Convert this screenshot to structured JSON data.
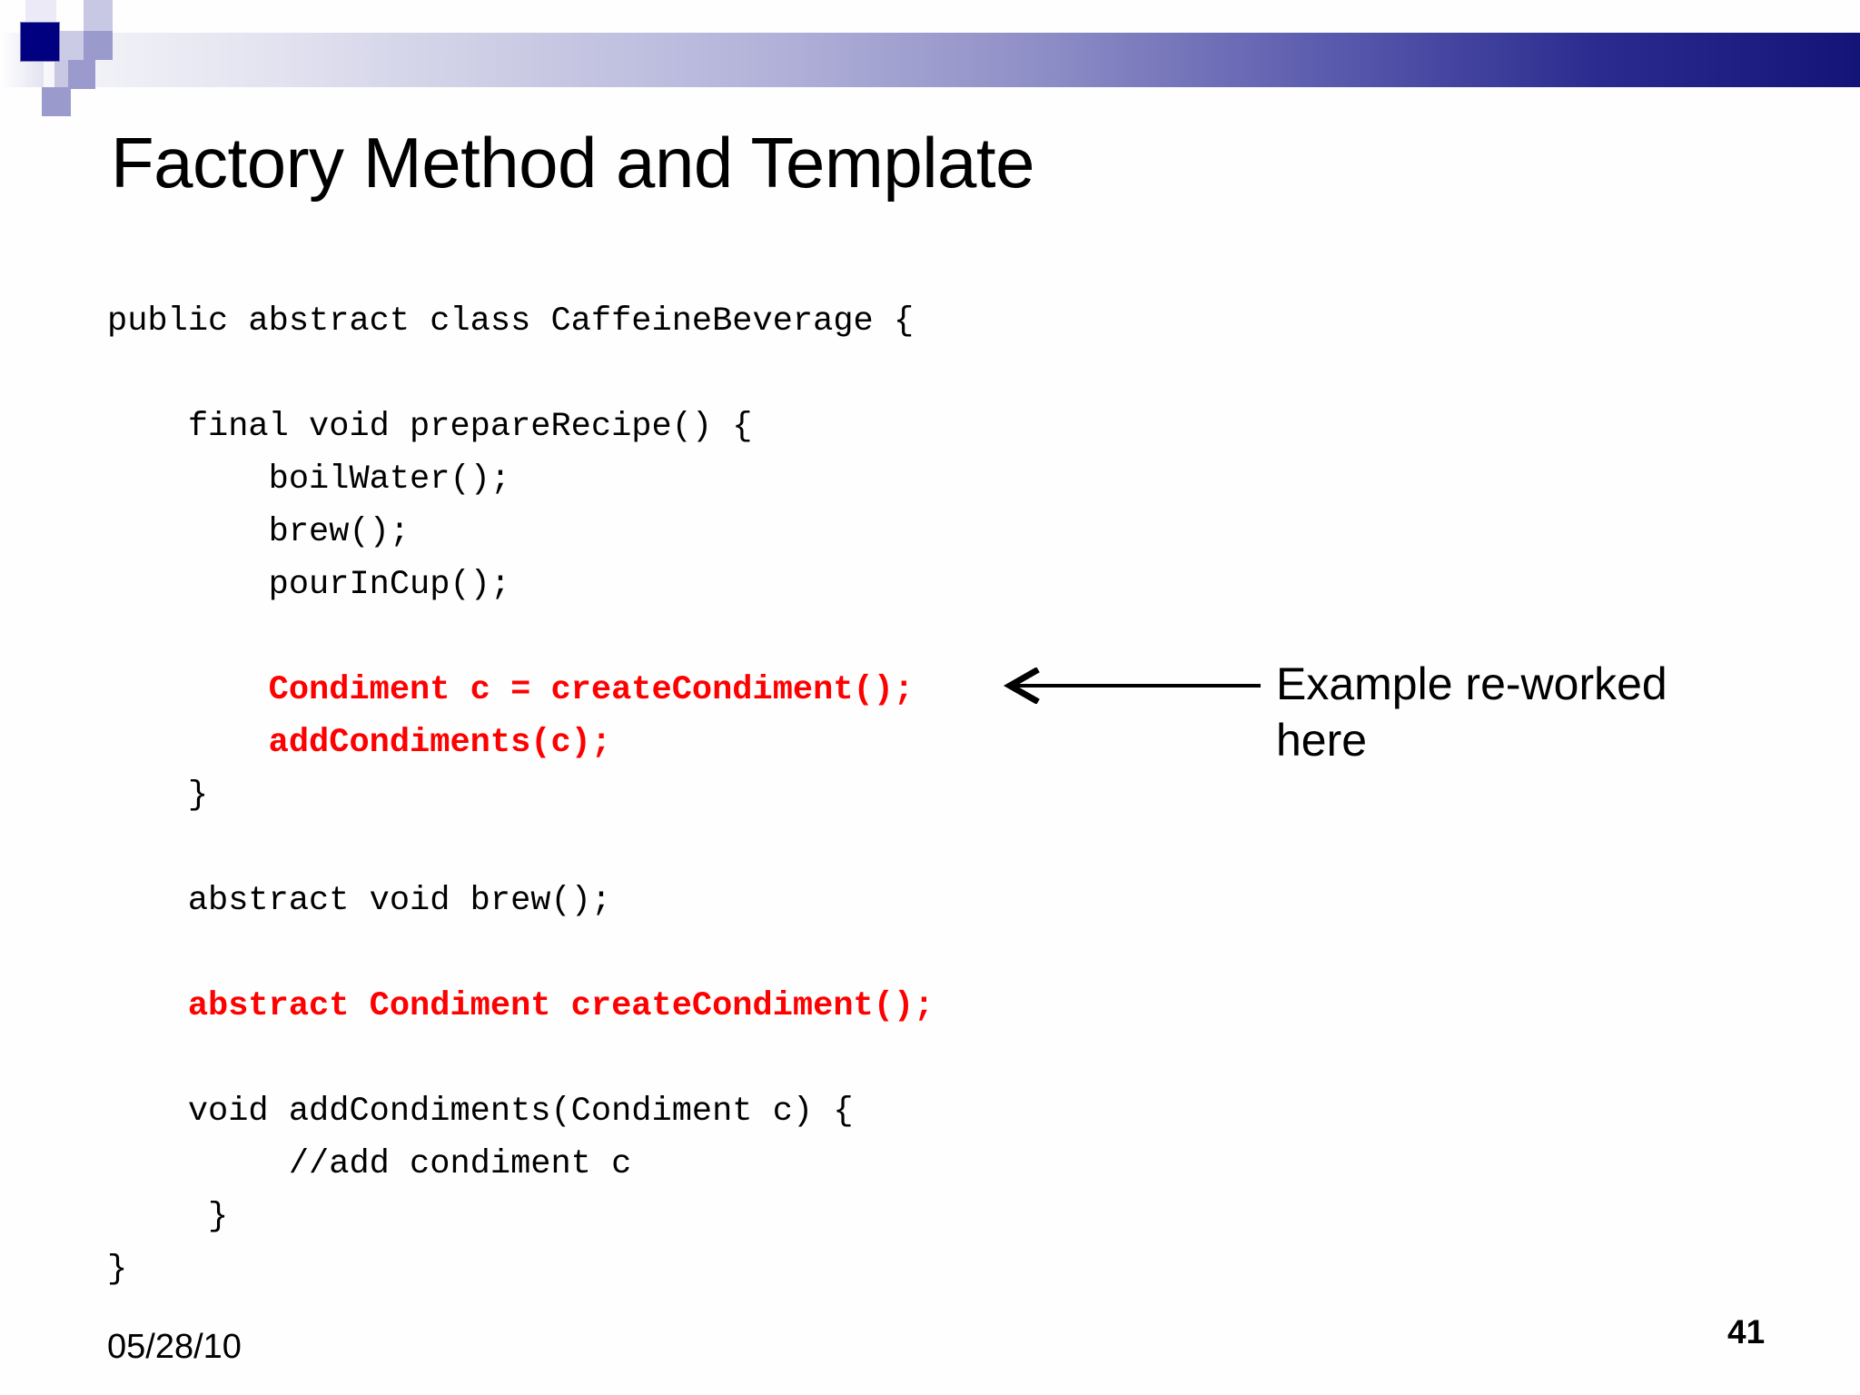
{
  "slide": {
    "title": "Factory Method and Template",
    "code_lines": [
      {
        "text": "public abstract class CaffeineBeverage {",
        "highlight": false
      },
      {
        "text": "",
        "highlight": false
      },
      {
        "text": "    final void prepareRecipe() {",
        "highlight": false
      },
      {
        "text": "        boilWater();",
        "highlight": false
      },
      {
        "text": "        brew();",
        "highlight": false
      },
      {
        "text": "        pourInCup();",
        "highlight": false
      },
      {
        "text": "",
        "highlight": false
      },
      {
        "text": "        Condiment c = createCondiment();",
        "highlight": true
      },
      {
        "text": "        addCondiments(c);",
        "highlight": true
      },
      {
        "text": "    }",
        "highlight": false
      },
      {
        "text": "",
        "highlight": false
      },
      {
        "text": "    abstract void brew();",
        "highlight": false
      },
      {
        "text": "",
        "highlight": false
      },
      {
        "text": "    abstract Condiment createCondiment();",
        "highlight": true
      },
      {
        "text": "",
        "highlight": false
      },
      {
        "text": "    void addCondiments(Condiment c) {",
        "highlight": false
      },
      {
        "text": "         //add condiment c",
        "highlight": false
      },
      {
        "text": "     }",
        "highlight": false
      },
      {
        "text": "}",
        "highlight": false
      }
    ],
    "annotation": {
      "line1": "Example re-worked",
      "line2": "here"
    },
    "footer": {
      "date": "05/28/10",
      "page_number": "41"
    },
    "colors": {
      "highlight": "#ff0000",
      "accent_dark": "#000080",
      "accent_mid": "#9a9acd",
      "accent_light": "#c8c8e4",
      "text": "#000000",
      "background": "#fefefe"
    }
  }
}
